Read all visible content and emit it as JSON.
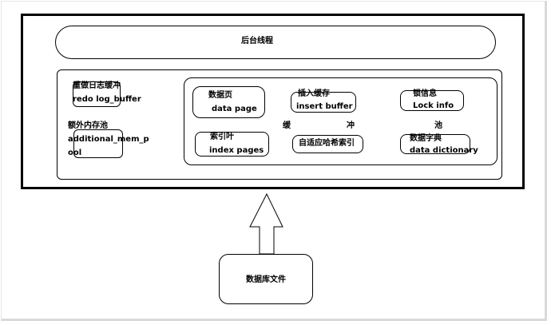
{
  "background_thread": {
    "label": "后台线程"
  },
  "redo_buffer": {
    "cn": "重做日志缓冲",
    "en": "redo log_buffer"
  },
  "mem_pool": {
    "cn": "额外内存池",
    "en_line1": "additional_mem_p",
    "en_line2": "ool"
  },
  "buffer_pool": {
    "title_chars": [
      "缓",
      "冲",
      "池"
    ],
    "data_page": {
      "cn": "数据页",
      "en": "data page"
    },
    "insert_buffer": {
      "cn": "插入缓存",
      "en": "insert buffer"
    },
    "lock_info": {
      "cn": "锁信息",
      "en": "Lock info"
    },
    "index_pages": {
      "cn": "索引叶",
      "en": "index pages"
    },
    "adaptive_hash": {
      "cn": "自适应哈希索引"
    },
    "data_dictionary": {
      "cn": "数据字典",
      "en": "data dictionary"
    }
  },
  "database_file": {
    "label": "数据库文件"
  }
}
